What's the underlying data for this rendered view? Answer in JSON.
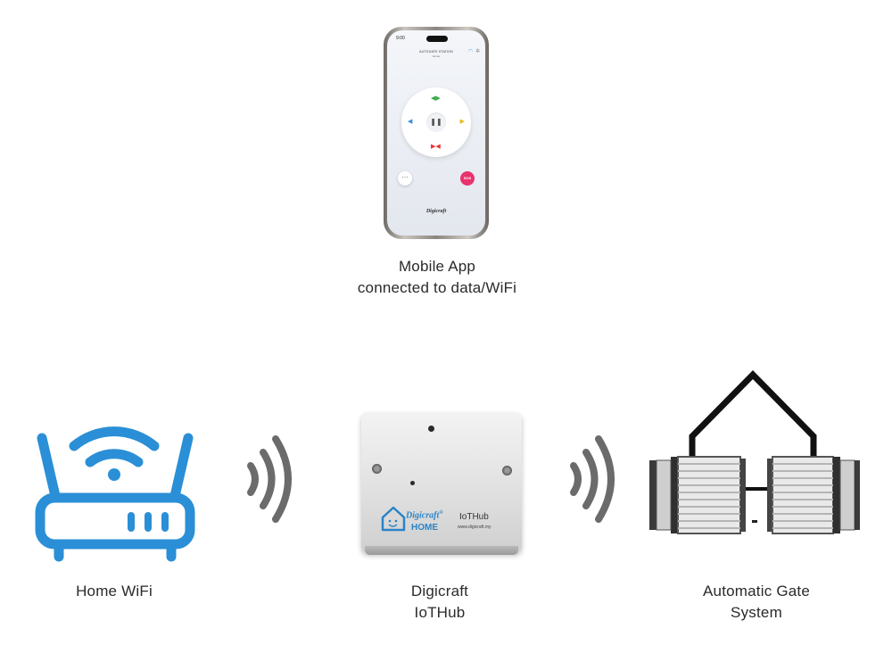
{
  "diagram": {
    "nodes": {
      "mobile_app": {
        "caption": [
          "Mobile App",
          "connected to data/WiFi"
        ]
      },
      "home_wifi": {
        "caption": [
          "Home WiFi"
        ]
      },
      "iot_hub": {
        "caption": [
          "Digicraft",
          "IoTHub"
        ]
      },
      "gate": {
        "caption": [
          "Automatic Gate",
          "System"
        ]
      }
    },
    "phone_screen": {
      "time": "9:00",
      "title": "AUTOGATE STATION",
      "subtitle": "Home",
      "brand": "Digicraft",
      "sos": "SOS",
      "more": "···"
    },
    "hub_device": {
      "brand": "Digicraft",
      "registered": "®",
      "product": "IoTHub",
      "line": "HOME",
      "url": "www.digicraft.my"
    },
    "colors": {
      "router": "#2a8fd6",
      "signal": "#6b6b6b",
      "outline": "#111111",
      "hub_brand": "#2b83c6"
    },
    "icons": [
      "router-icon",
      "wifi-signal-icon",
      "house-outline-icon",
      "gate-icon"
    ]
  }
}
